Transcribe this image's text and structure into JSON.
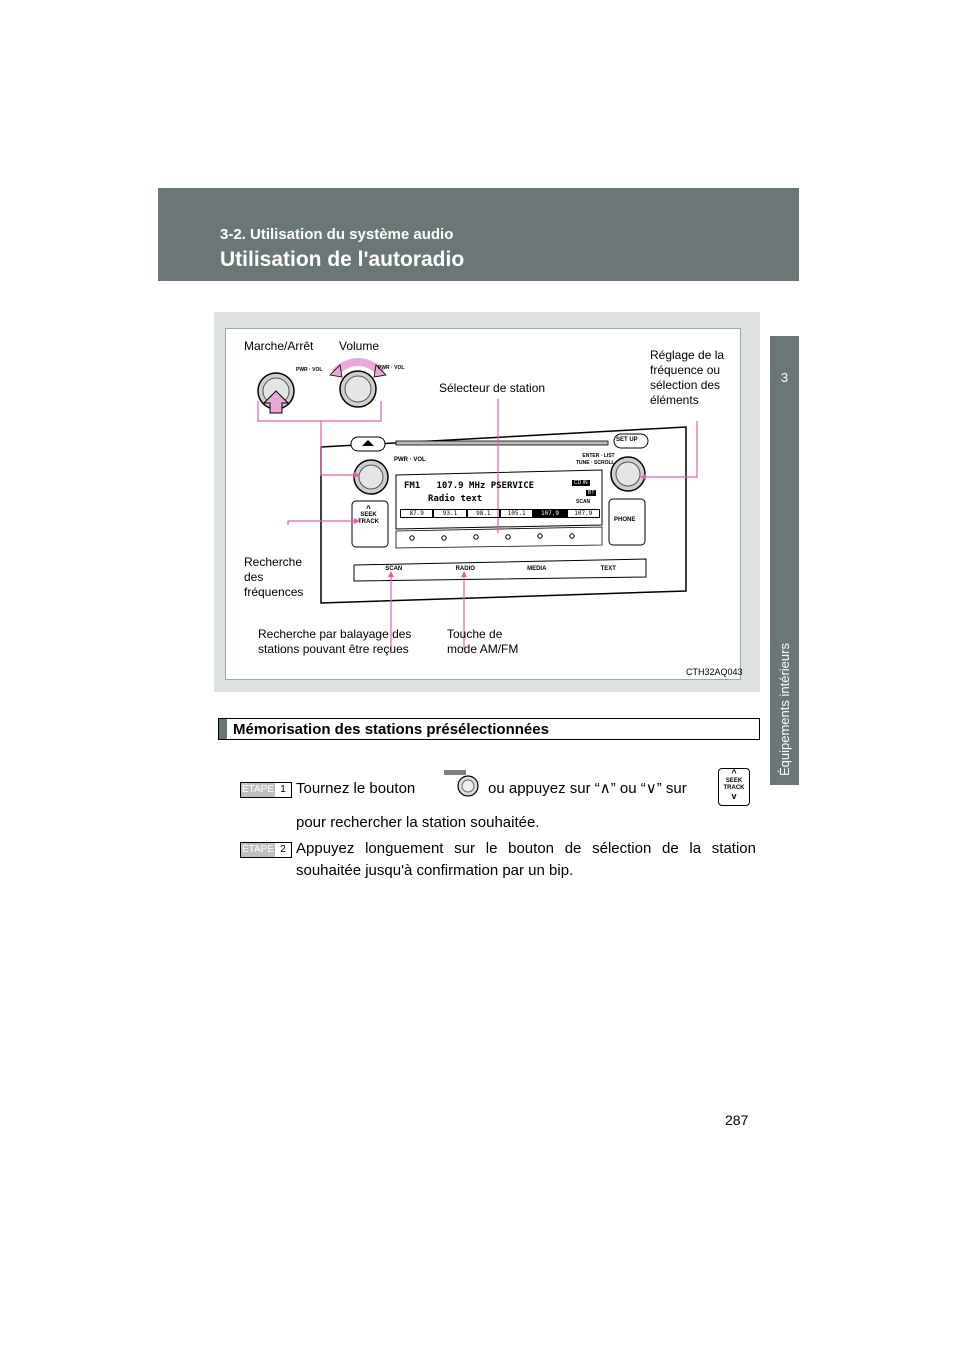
{
  "header": {
    "section": "3-2. Utilisation du système audio",
    "title": "Utilisation de l'autoradio"
  },
  "sidebar": {
    "chapter_number": "3",
    "chapter_label": "Équipements intérieurs"
  },
  "figure": {
    "labels": {
      "power": "Marche/Arrêt",
      "volume": "Volume",
      "tune": [
        "Réglage de la",
        "fréquence ou",
        "sélection des",
        "éléments"
      ],
      "station_selector": "Sélecteur de station",
      "seek": [
        "Recherche",
        "des",
        "fréquences"
      ],
      "scan": [
        "Recherche par balayage des",
        "stations pouvant être reçues"
      ],
      "mode": [
        "Touche de",
        "mode AM/FM"
      ]
    },
    "radio": {
      "pwr_vol": "PWR · VOL",
      "set_up": "SET UP",
      "enter_list": "ENTER · LIST",
      "tune_scroll": "TUNE · SCROLL",
      "display_line1": "FM1   107.9 MHz PSERVICE",
      "display_line2": "Radio text",
      "cd_in": "CD IN",
      "bt": "BT",
      "scan_tag": "SCAN",
      "presets": [
        "87.9",
        "93.1",
        "98.1",
        "105.1",
        "107.9",
        "107.9"
      ],
      "seek_track": [
        "SEEK",
        "TRACK"
      ],
      "phone": "PHONE",
      "buttons": [
        "SCAN",
        "RADIO",
        "MEDIA",
        "TEXT"
      ]
    },
    "code": "CTH32AQ043"
  },
  "section_title": "Mémorisation des stations présélectionnées",
  "steps": [
    {
      "badge": "ÉTAPE",
      "num": "1",
      "text_a": "Tournez le bouton",
      "text_b": "ou appuyez sur “",
      "up": "∧",
      "mid": "” ou “",
      "down": "∨",
      "text_c": "” sur",
      "text_d": "pour rechercher la station souhaitée."
    },
    {
      "badge": "ÉTAPE",
      "num": "2",
      "line1": "Appuyez longuement sur le bouton de sélection de la station",
      "line2": "souhaitée jusqu'à confirmation par un bip."
    }
  ],
  "page_number": "287"
}
